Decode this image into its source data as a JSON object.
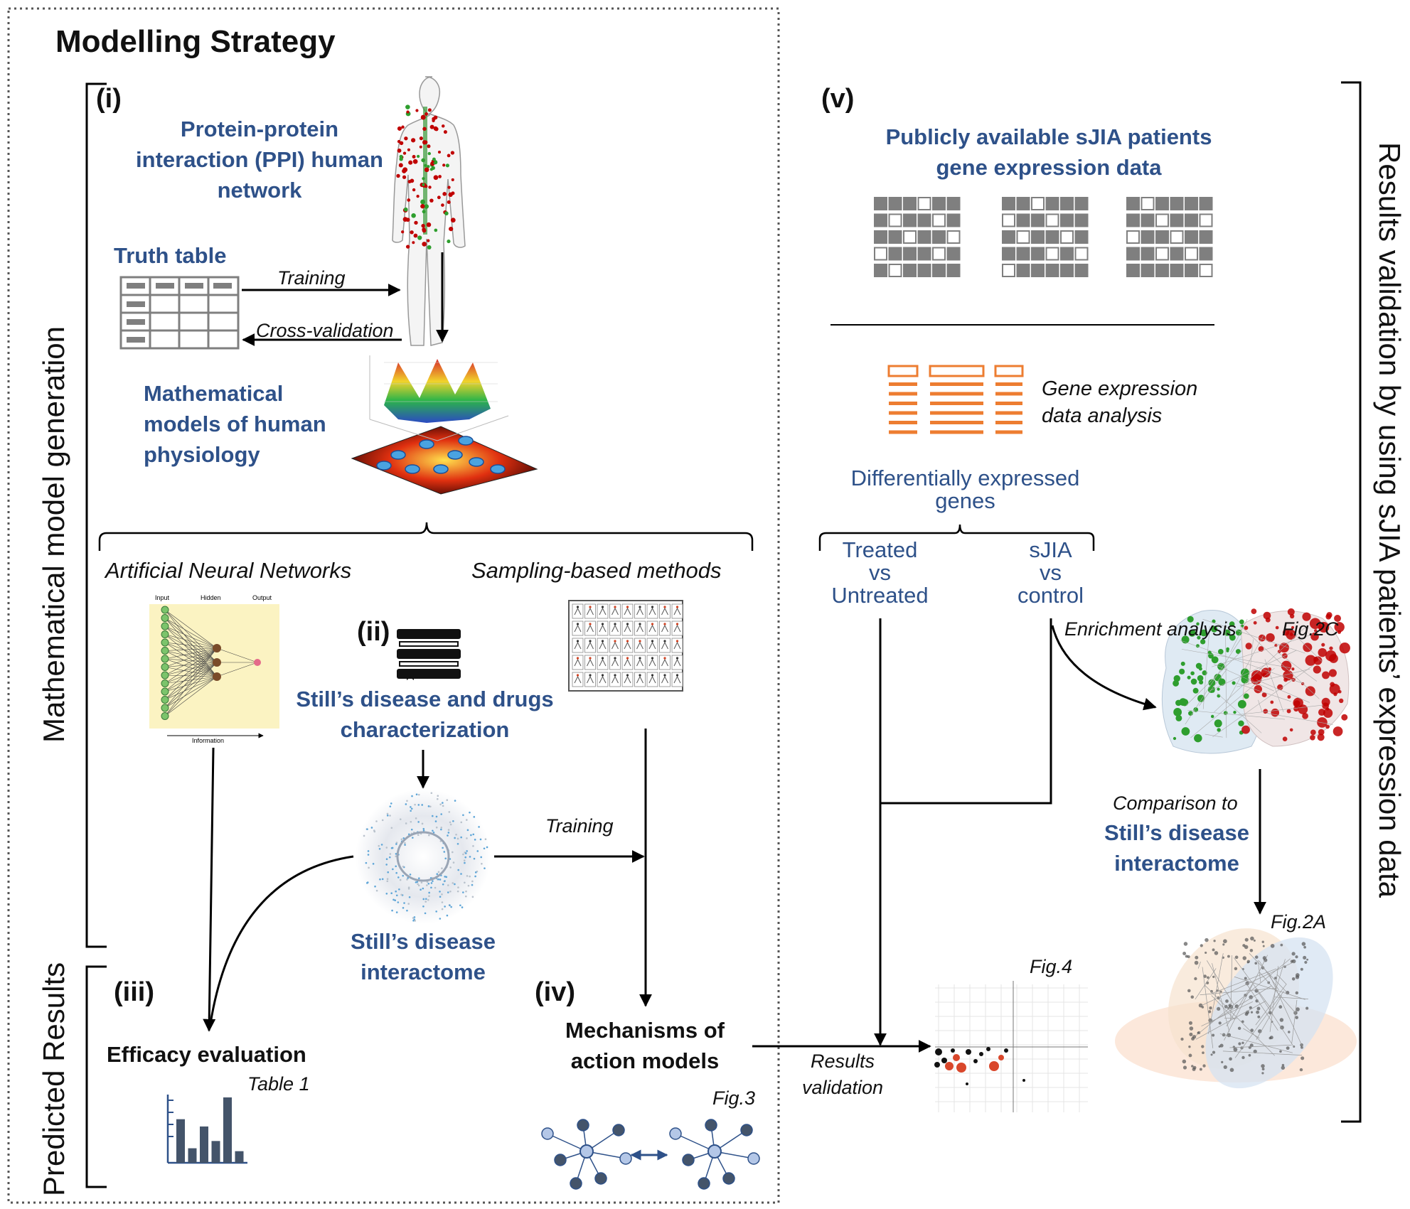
{
  "title": "Modelling Strategy",
  "side_labels": {
    "left_top": "Mathematical model generation",
    "left_bottom": "Predicted Results",
    "right": "Results validation by using sJIA patients’ expression data"
  },
  "panel_i": {
    "numeral": "(i)",
    "ppi": "Protein-protein\ninteraction (PPI) human\nnetwork",
    "truth_table": "Truth table",
    "training": "Training",
    "cross_validation": "Cross-validation",
    "math_models": "Mathematical\nmodels of human\nphysiology",
    "ann": "Artificial Neural Networks",
    "sampling": "Sampling-based methods",
    "nn_labels": {
      "input": "Input",
      "hidden": "Hidden",
      "output": "Output",
      "information": "Information"
    }
  },
  "panel_ii": {
    "numeral": "(ii)",
    "characterization": "Still’s disease and drugs\ncharacterization",
    "interactome": "Still’s disease\ninteractome",
    "training": "Training"
  },
  "panel_iii": {
    "numeral": "(iii)",
    "efficacy": "Efficacy evaluation",
    "table_ref": "Table 1",
    "bar_values": [
      3,
      1,
      2.5,
      1.5,
      4.5,
      0.8
    ]
  },
  "panel_iv": {
    "numeral": "(iv)",
    "mechanisms": "Mechanisms of\naction models",
    "fig_ref": "Fig.3"
  },
  "panel_v": {
    "numeral": "(v)",
    "public_data": "Publicly available sJIA patients\ngene expression data",
    "gene_analysis": "Gene expression\ndata analysis",
    "deg": "Differentially expressed\ngenes",
    "treated": "Treated\nvs\nUntreated",
    "sjia": "sJIA\nvs\ncontrol",
    "enrichment": "Enrichment analysis",
    "fig2c": "Fig.2C",
    "comparison": "Comparison to",
    "still_interactome": "Still’s disease\ninteractome",
    "fig2a": "Fig.2A",
    "results_validation": "Results\nvalidation",
    "fig4": "Fig.4"
  },
  "colors": {
    "accent_blue": "#2e5189",
    "orange": "#ed7d31",
    "grey": "#7f7f7f",
    "red": "#c00000",
    "green": "#2e9e2e"
  }
}
